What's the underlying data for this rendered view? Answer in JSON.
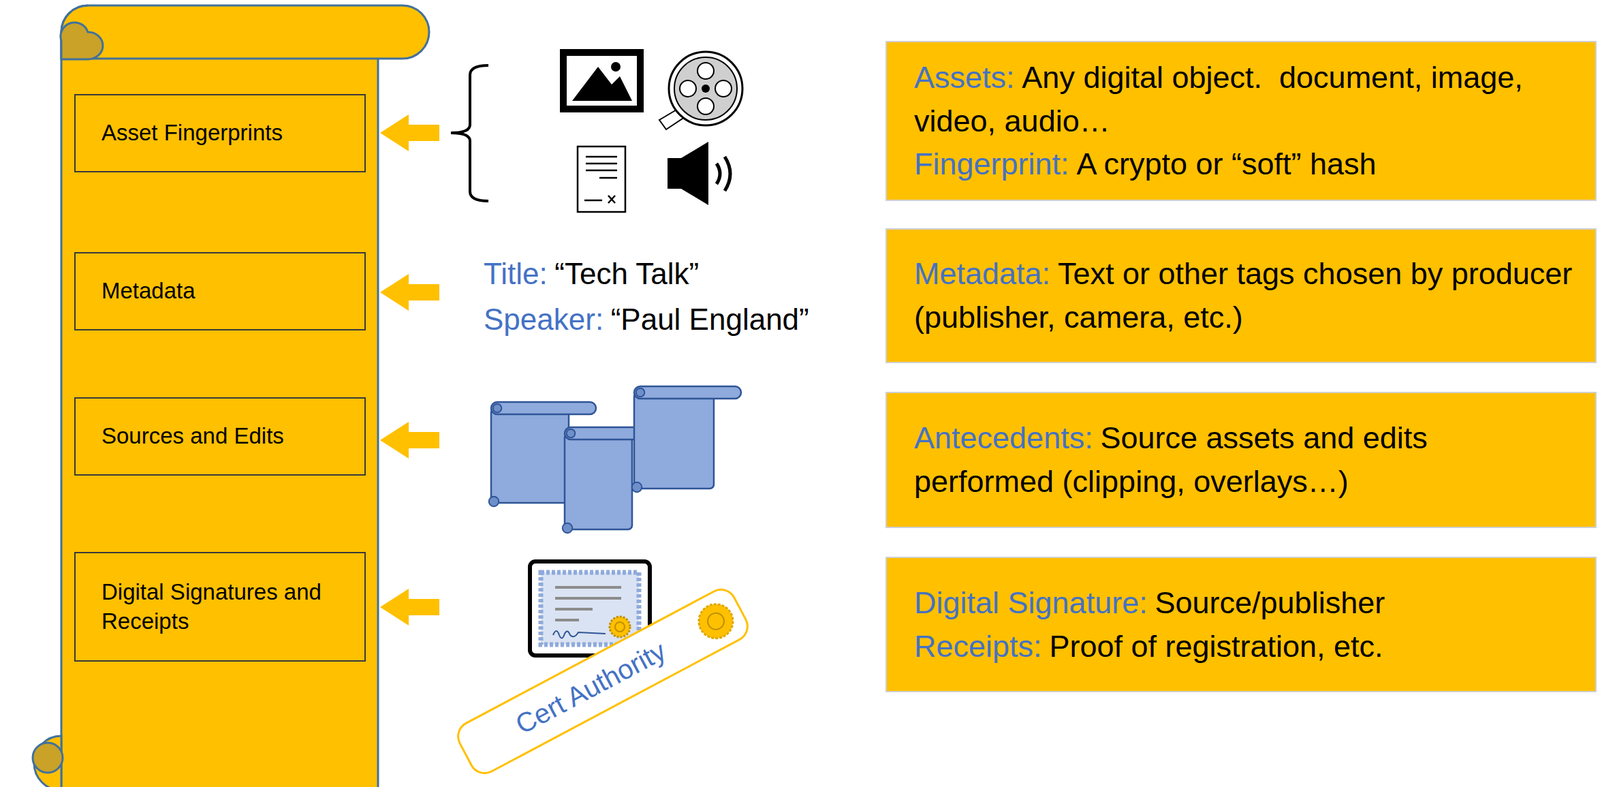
{
  "diagram": {
    "nodes": [
      {
        "text": [
          "Asset Fingerprints"
        ]
      },
      {
        "text": [
          "Metadata"
        ]
      },
      {
        "text": [
          "Sources and Edits"
        ]
      },
      {
        "text": [
          "Digital Signatures and Receipts"
        ]
      },
      {
        "text": [
          "Assets:",
          "Any digital object.  document, image, video, audio…",
          "Fingerprint:",
          "A crypto or “soft” hash"
        ]
      },
      {
        "text": [
          "Metadata:",
          "Text or other tags chosen by producer (publisher, camera, etc.)"
        ]
      },
      {
        "text": [
          "Antecedents:",
          "Source assets and edits performed (clipping, overlays…)"
        ]
      },
      {
        "text": [
          "Digital Signature:",
          "Source/publisher",
          "Receipts:",
          "Proof of registration, etc."
        ]
      }
    ],
    "labels": [
      "Title:",
      "“Tech Talk”",
      "Speaker:",
      "“Paul England”",
      "Cert Authority"
    ]
  }
}
